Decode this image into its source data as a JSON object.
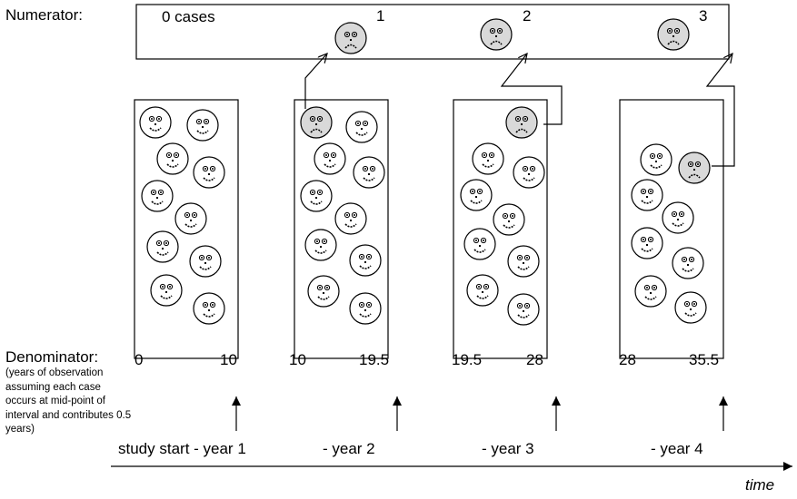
{
  "numerator": {
    "label": "Numerator:",
    "zero_label": "0 cases",
    "case_numbers": [
      "1",
      "2",
      "3"
    ]
  },
  "denominator": {
    "label": "Denominator:",
    "note": "(years of observation assuming each case occurs at mid-point of interval and contributes 0.5 years)",
    "intervals": [
      {
        "start": "0",
        "end": "10"
      },
      {
        "start": "10",
        "end": "19.5"
      },
      {
        "start": "19.5",
        "end": "28"
      },
      {
        "start": "28",
        "end": "35.5"
      }
    ]
  },
  "timeline": {
    "year_labels": [
      "study start - year 1",
      "- year 2",
      "- year 3",
      "- year 4"
    ],
    "axis_label": "time"
  },
  "groups": [
    {
      "healthy": 10,
      "cases": 0
    },
    {
      "healthy": 9,
      "cases": 1
    },
    {
      "healthy": 8,
      "cases": 1
    },
    {
      "healthy": 7,
      "cases": 1
    }
  ],
  "colors": {
    "line": "#000000",
    "case_face_fill": "#d9d9d9",
    "healthy_face_fill": "#ffffff"
  }
}
